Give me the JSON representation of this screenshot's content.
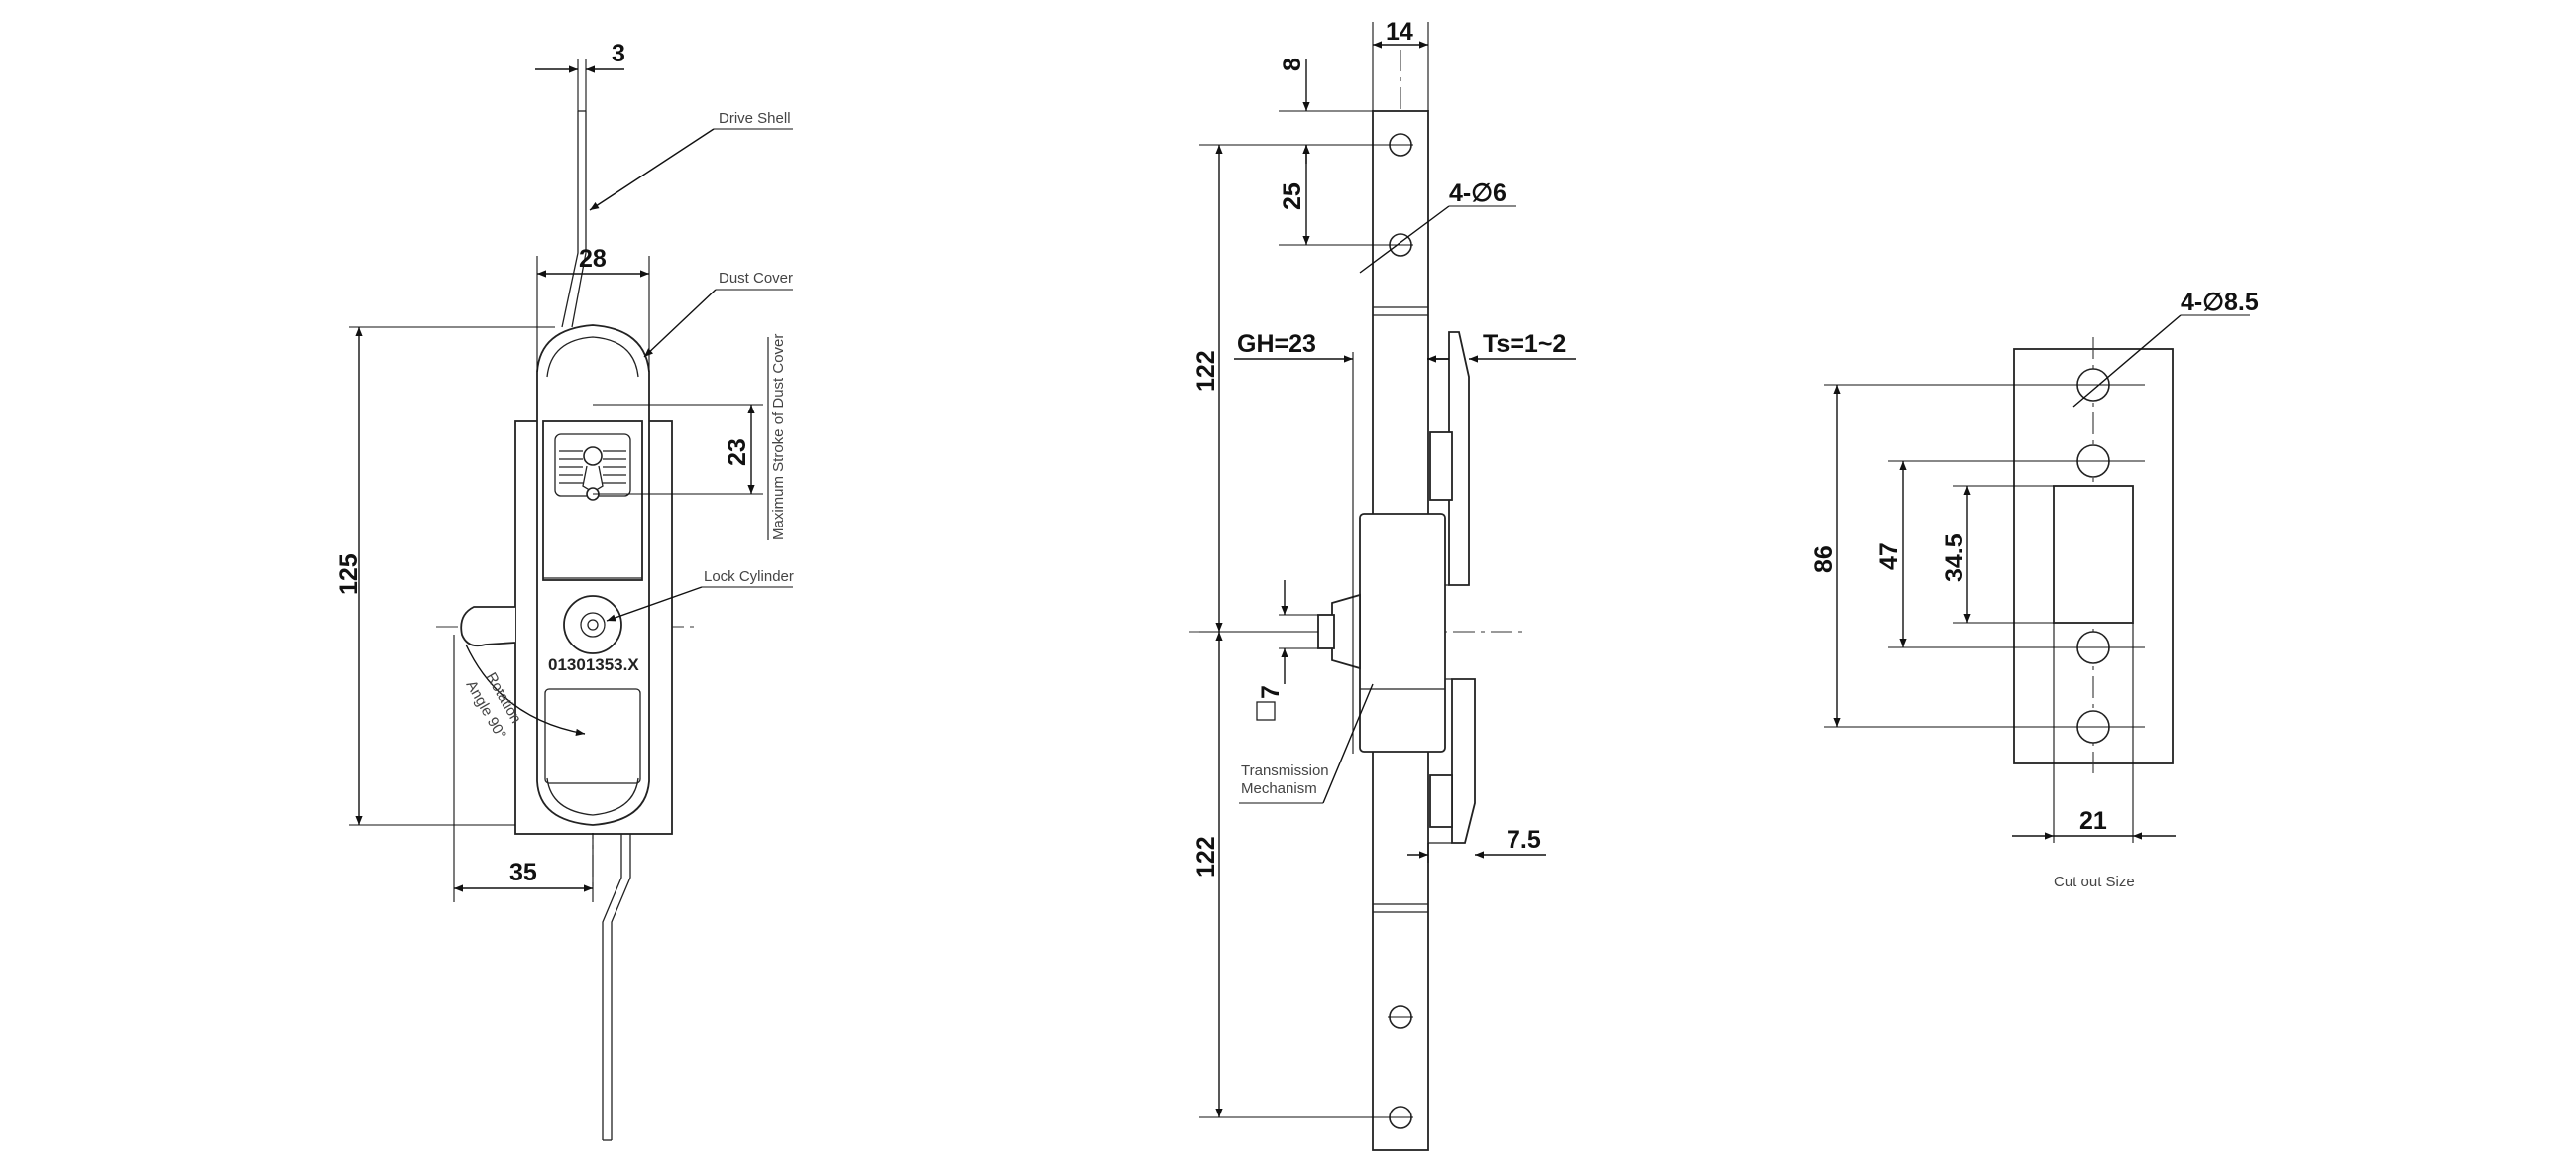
{
  "front_view": {
    "dims": {
      "drive_rod_width": "3",
      "handle_width": "28",
      "overall_height": "125",
      "dust_cover_stroke": "23",
      "handle_offset": "35"
    },
    "labels": {
      "drive_shell": "Drive Shell",
      "dust_cover": "Dust Cover",
      "max_stroke": "Maximum Stroke of Dust Cover",
      "lock_cylinder": "Lock Cylinder",
      "rotation_line1": "Rotation",
      "rotation_line2": "Angle 90°",
      "serial": "01301353.X"
    }
  },
  "side_view": {
    "dims": {
      "rod_width": "14",
      "top_offset": "8",
      "hole_pitch": "25",
      "holes": "4-∅6",
      "grip_height": "GH=23",
      "panel_thickness": "Ts=1~2",
      "upper_length": "122",
      "lower_length": "122",
      "square_drive": "7",
      "hook_depth": "7.5"
    },
    "labels": {
      "transmission_line1": "Transmission",
      "transmission_line2": "Mechanism"
    }
  },
  "cutout_view": {
    "dims": {
      "holes": "4-∅8.5",
      "outer_span": "86",
      "inner_span": "47",
      "slot_height": "34.5",
      "slot_width": "21"
    },
    "labels": {
      "caption": "Cut out Size"
    }
  }
}
